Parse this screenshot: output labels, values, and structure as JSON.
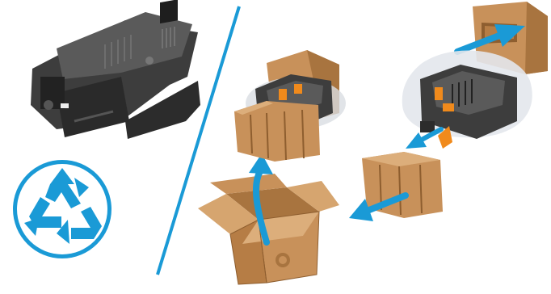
{
  "figure": {
    "steps": [
      {
        "id": "used-cartridge",
        "icon": "toner-cartridge-icon"
      },
      {
        "id": "recycle",
        "icon": "recycle-icon"
      },
      {
        "id": "unpack-box",
        "icon": "shipping-box-icon"
      },
      {
        "id": "remove-packing",
        "icon": "packing-foam-icon"
      }
    ],
    "colors": {
      "accent": "#1a9ad6",
      "cardboard": "#c8915a",
      "cardboard_dark": "#8e5e2f",
      "cartridge": "#3a3a3a",
      "tab": "#f08a1c",
      "bag": "#d9dde2"
    }
  }
}
